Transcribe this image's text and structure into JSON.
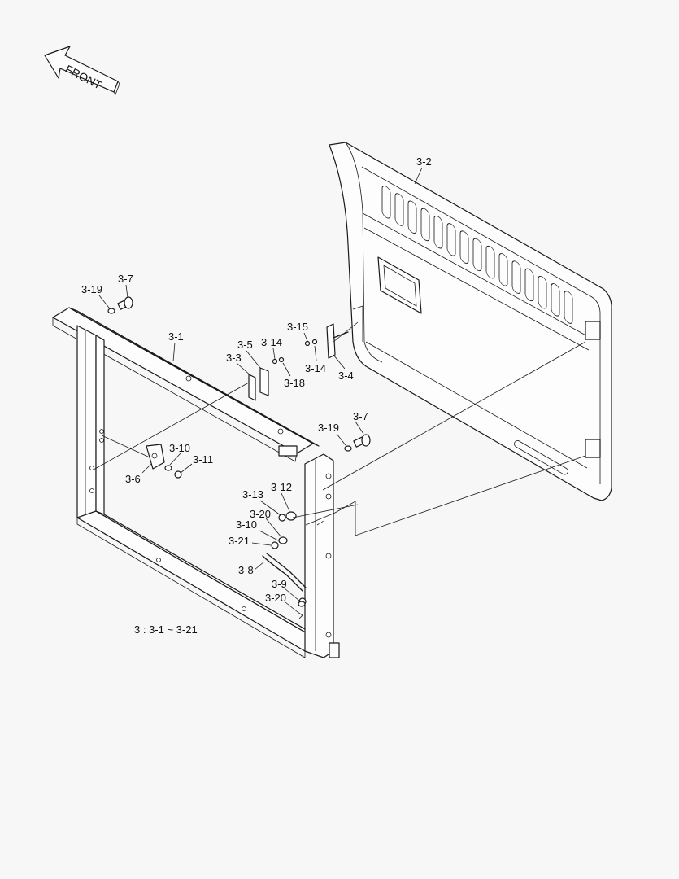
{
  "front_arrow": {
    "text": "FRONT"
  },
  "caption": "3 : 3-1 ~ 3-21",
  "labels": {
    "p3_1": "3-1",
    "p3_2": "3-2",
    "p3_3": "3-3",
    "p3_4": "3-4",
    "p3_5": "3-5",
    "p3_6": "3-6",
    "p3_7_top": "3-7",
    "p3_7_mid": "3-7",
    "p3_8": "3-8",
    "p3_9": "3-9",
    "p3_10_a": "3-10",
    "p3_10_b": "3-10",
    "p3_11": "3-11",
    "p3_12": "3-12",
    "p3_13": "3-13",
    "p3_14_a": "3-14",
    "p3_14_b": "3-14",
    "p3_15": "3-15",
    "p3_18": "3-18",
    "p3_19_top": "3-19",
    "p3_19_mid": "3-19",
    "p3_20_a": "3-20",
    "p3_20_b": "3-20",
    "p3_21": "3-21"
  }
}
